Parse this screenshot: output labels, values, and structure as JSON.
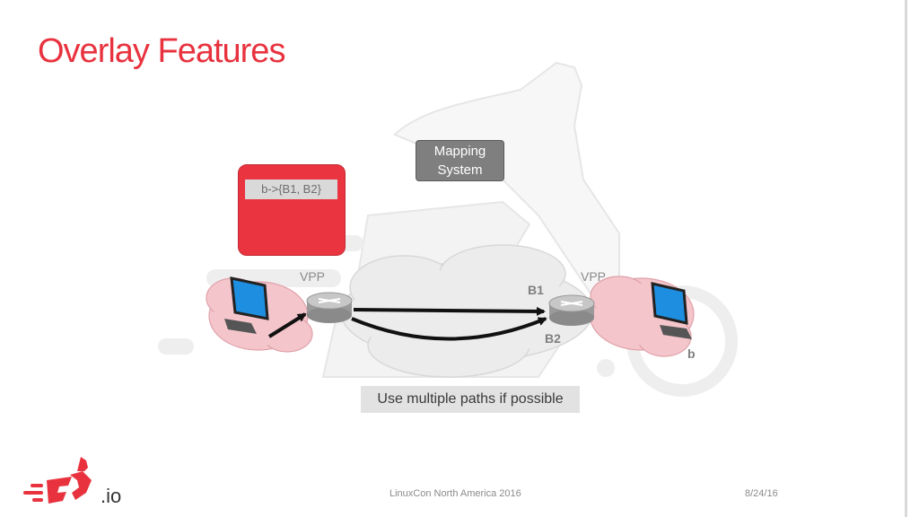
{
  "slide": {
    "title": "Overlay Features",
    "footer_event": "LinuxCon North America 2016",
    "footer_date": "8/24/16",
    "logo_suffix": ".io"
  },
  "diagram": {
    "mapping_system_line1": "Mapping",
    "mapping_system_line2": "System",
    "map_entry": "b->{B1, B2}",
    "vpp_left": "VPP",
    "vpp_right": "VPP",
    "b1": "B1",
    "b2": "B2",
    "host_b": "b",
    "caption": "Use multiple paths if possible"
  },
  "colors": {
    "accent": "#e8333f",
    "cloud_pink": "#f4c6cc",
    "cloud_gray": "#ececec",
    "mapping_gray": "#7f7f7f"
  }
}
